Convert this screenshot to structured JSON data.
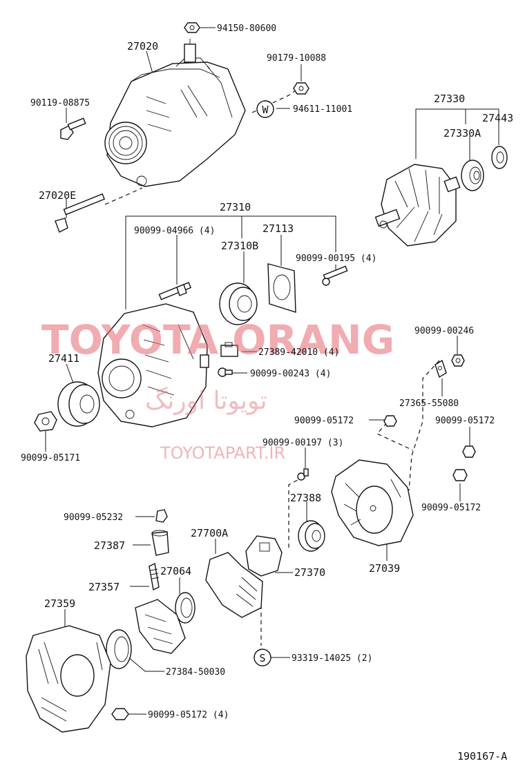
{
  "watermark": {
    "brand": "TOYOTA ORANG",
    "brand_fa": "تویوتا اورنگ",
    "url": "TOYOTAPART.IR"
  },
  "symbols": {
    "washer_w": "W",
    "symbol_s": "S"
  },
  "labels": {
    "p94150": "94150-80600",
    "p27020": "27020",
    "p90179": "90179-10088",
    "p90119": "90119-08875",
    "p94611": "94611-11001",
    "p27330": "27330",
    "p27443": "27443",
    "p27330A": "27330A",
    "p27020E": "27020E",
    "p27310": "27310",
    "p90099_04966": "90099-04966 (4)",
    "p27113": "27113",
    "p27310B": "27310B",
    "p90099_00195": "90099-00195 (4)",
    "p90099_00246": "90099-00246",
    "p27411": "27411",
    "p27389": "27389-42010 (4)",
    "p90099_00243": "90099-00243 (4)",
    "p27365": "27365-55080",
    "p90099_05172a": "90099-05172",
    "p90099_05172b": "90099-05172",
    "p90099_05171": "90099-05171",
    "p90099_00197": "90099-00197 (3)",
    "p90099_05172c": "90099-05172",
    "p27388": "27388",
    "p90099_05232": "90099-05232",
    "p27700A": "27700A",
    "p27387": "27387",
    "p27064": "27064",
    "p27370": "27370",
    "p27039": "27039",
    "p27357": "27357",
    "p27359": "27359",
    "p93319": "93319-14025 (2)",
    "p27384": "27384-50030",
    "p90099_05172d": "90099-05172 (4)",
    "diagram_id": "190167-A"
  }
}
